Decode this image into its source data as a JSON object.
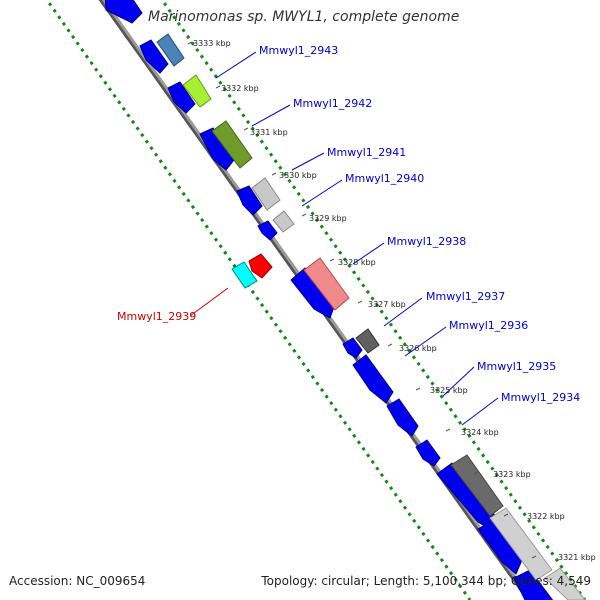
{
  "title": "Marinomonas sp. MWYL1, complete genome",
  "footer": {
    "accession": "Accession: NC_009654",
    "stats": "Topology: circular; Length: 5,100,344 bp; Genes: 4,549"
  },
  "colors": {
    "backbone": "#888888",
    "forward_strand": "#0000ff",
    "label_forward": "#0000cc",
    "label_highlight": "#cc0000",
    "gc_dots": "#118811",
    "selected_feature": "#ff0000",
    "selected_neighbor": "#00ffff"
  },
  "ticks": [
    {
      "label": "3333 kbp"
    },
    {
      "label": "3332 kbp"
    },
    {
      "label": "3331 kbp"
    },
    {
      "label": "3330 kbp"
    },
    {
      "label": "3329 kbp"
    },
    {
      "label": "3328 kbp"
    },
    {
      "label": "3327 kbp"
    },
    {
      "label": "3326 kbp"
    },
    {
      "label": "3325 kbp"
    },
    {
      "label": "3324 kbp"
    },
    {
      "label": "3323 kbp"
    },
    {
      "label": "3322 kbp"
    },
    {
      "label": "3321 kbp"
    }
  ],
  "gene_labels": [
    {
      "name": "Mmwyl1_2943",
      "highlight": false
    },
    {
      "name": "Mmwyl1_2942",
      "highlight": false
    },
    {
      "name": "Mmwyl1_2941",
      "highlight": false
    },
    {
      "name": "Mmwyl1_2940",
      "highlight": false
    },
    {
      "name": "Mmwyl1_2938",
      "highlight": false
    },
    {
      "name": "Mmwyl1_2939",
      "highlight": true
    },
    {
      "name": "Mmwyl1_2937",
      "highlight": false
    },
    {
      "name": "Mmwyl1_2936",
      "highlight": false
    },
    {
      "name": "Mmwyl1_2935",
      "highlight": false
    },
    {
      "name": "Mmwyl1_2934",
      "highlight": false
    }
  ]
}
